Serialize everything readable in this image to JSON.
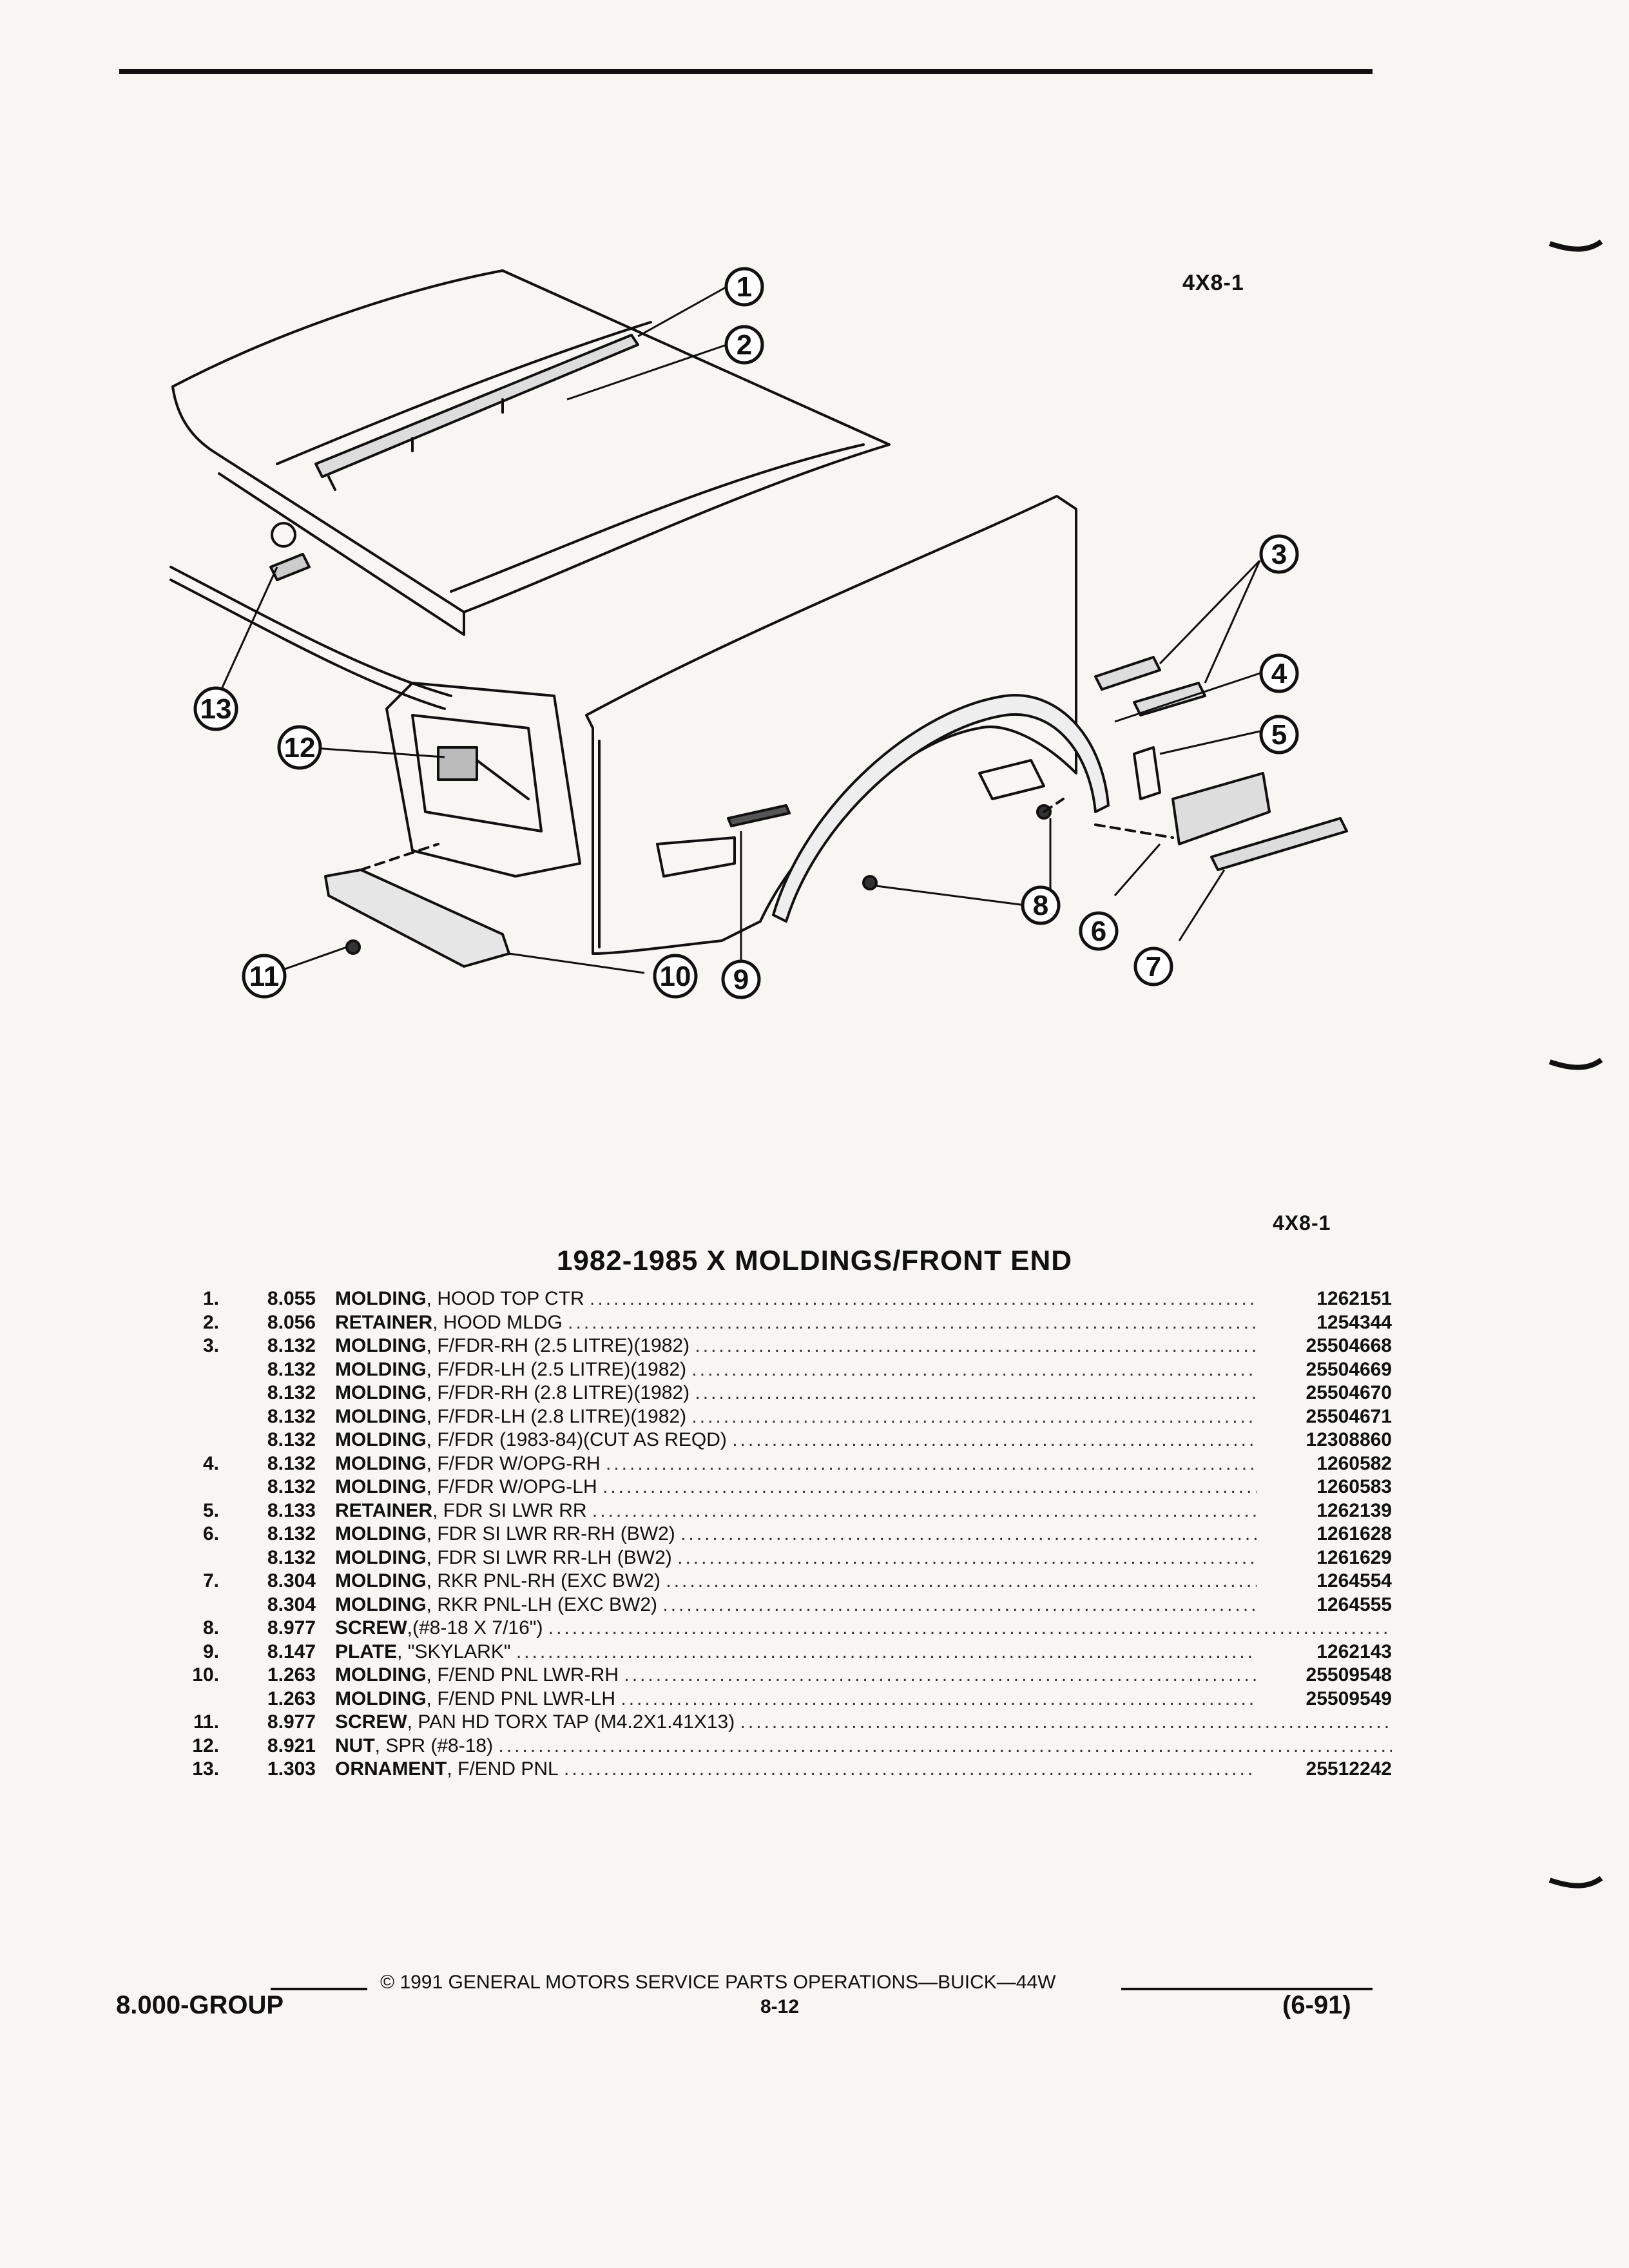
{
  "figure": {
    "code": "4X8-1",
    "callouts": [
      "1",
      "2",
      "3",
      "4",
      "5",
      "6",
      "7",
      "8",
      "9",
      "10",
      "11",
      "12",
      "13"
    ]
  },
  "section": {
    "code": "4X8-1",
    "title": "1982-1985 X MOLDINGS/FRONT END"
  },
  "parts": [
    {
      "num": "1.",
      "grp": "8.055",
      "name": "MOLDING",
      "desc": ", HOOD TOP CTR",
      "part": "1262151"
    },
    {
      "num": "2.",
      "grp": "8.056",
      "name": "RETAINER",
      "desc": ", HOOD MLDG",
      "part": "1254344"
    },
    {
      "num": "3.",
      "grp": "8.132",
      "name": "MOLDING",
      "desc": ", F/FDR-RH (2.5 LITRE)(1982)",
      "part": "25504668"
    },
    {
      "num": "",
      "grp": "8.132",
      "name": "MOLDING",
      "desc": ", F/FDR-LH (2.5 LITRE)(1982)",
      "part": "25504669"
    },
    {
      "num": "",
      "grp": "8.132",
      "name": "MOLDING",
      "desc": ", F/FDR-RH (2.8 LITRE)(1982)",
      "part": "25504670"
    },
    {
      "num": "",
      "grp": "8.132",
      "name": "MOLDING",
      "desc": ", F/FDR-LH (2.8 LITRE)(1982)",
      "part": "25504671"
    },
    {
      "num": "",
      "grp": "8.132",
      "name": "MOLDING",
      "desc": ", F/FDR (1983-84)(CUT AS REQD)",
      "part": "12308860"
    },
    {
      "num": "4.",
      "grp": "8.132",
      "name": "MOLDING",
      "desc": ", F/FDR W/OPG-RH",
      "part": "1260582"
    },
    {
      "num": "",
      "grp": "8.132",
      "name": "MOLDING",
      "desc": ", F/FDR W/OPG-LH",
      "part": "1260583"
    },
    {
      "num": "5.",
      "grp": "8.133",
      "name": "RETAINER",
      "desc": ", FDR SI LWR RR",
      "part": "1262139"
    },
    {
      "num": "6.",
      "grp": "8.132",
      "name": "MOLDING",
      "desc": ", FDR SI LWR RR-RH (BW2)",
      "part": "1261628"
    },
    {
      "num": "",
      "grp": "8.132",
      "name": "MOLDING",
      "desc": ", FDR SI LWR RR-LH (BW2)",
      "part": "1261629"
    },
    {
      "num": "7.",
      "grp": "8.304",
      "name": "MOLDING",
      "desc": ", RKR PNL-RH (EXC BW2)",
      "part": "1264554"
    },
    {
      "num": "",
      "grp": "8.304",
      "name": "MOLDING",
      "desc": ", RKR PNL-LH (EXC BW2)",
      "part": "1264555"
    },
    {
      "num": "8.",
      "grp": "8.977",
      "name": "SCREW",
      "desc": ",(#8-18 X 7/16\")",
      "part": ""
    },
    {
      "num": "9.",
      "grp": "8.147",
      "name": "PLATE",
      "desc": ", \"SKYLARK\"",
      "part": "1262143"
    },
    {
      "num": "10.",
      "grp": "1.263",
      "name": "MOLDING",
      "desc": ", F/END PNL LWR-RH",
      "part": "25509548"
    },
    {
      "num": "",
      "grp": "1.263",
      "name": "MOLDING",
      "desc": ", F/END PNL LWR-LH",
      "part": "25509549"
    },
    {
      "num": "11.",
      "grp": "8.977",
      "name": "SCREW",
      "desc": ", PAN HD TORX TAP (M4.2X1.41X13)",
      "part": ""
    },
    {
      "num": "12.",
      "grp": "8.921",
      "name": "NUT",
      "desc": ", SPR (#8-18)",
      "part": ""
    },
    {
      "num": "13.",
      "grp": "1.303",
      "name": "ORNAMENT",
      "desc": ", F/END PNL",
      "part": "25512242"
    }
  ],
  "footer": {
    "copyright": "© 1991 GENERAL MOTORS SERVICE PARTS OPERATIONS—BUICK—44W",
    "group": "8.000-GROUP",
    "page": "8-12",
    "date": "(6-91)"
  }
}
